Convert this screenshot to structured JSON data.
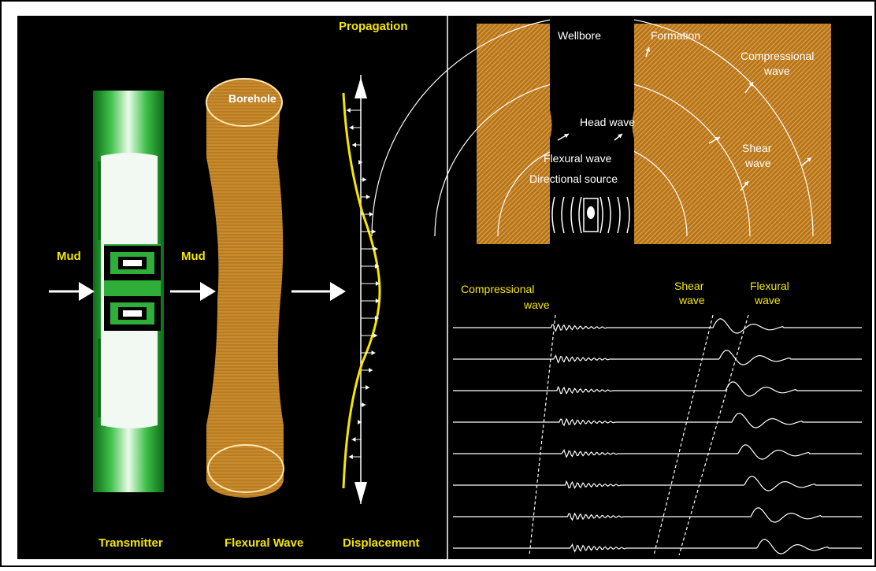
{
  "colors": {
    "background": "#000000",
    "border": "#000000",
    "label_yellow": "#f5e600",
    "label_white": "#ffffff",
    "tube_green": "#2fae3a",
    "borehole_tan": "#c88a2b",
    "formation_brown": "#b8761c",
    "displacement_curve": "#f5e600"
  },
  "left_panel": {
    "transmitter_label": "Transmitter",
    "flexural_wave_label": "Flexural Wave",
    "displacement_label": "Displacement",
    "propagation_label": "Propagation",
    "mud_label_1": "Mud",
    "mud_label_2": "Mud",
    "borehole_label": "Borehole"
  },
  "wave_diagram": {
    "wellbore_label": "Wellbore",
    "formation_label": "Formation",
    "compressional_label_1": "Compressional",
    "compressional_label_2": "wave",
    "head_wave_label": "Head wave",
    "shear_label_1": "Shear",
    "shear_label_2": "wave",
    "flexural_label": "Flexural wave",
    "source_label": "Directional source"
  },
  "waveforms": {
    "compressional_label_1": "Compressional",
    "compressional_label_2": "wave",
    "shear_label_1": "Shear",
    "shear_label_2": "wave",
    "flexural_label_1": "Flexural",
    "flexural_label_2": "wave",
    "trace_count": 8
  }
}
